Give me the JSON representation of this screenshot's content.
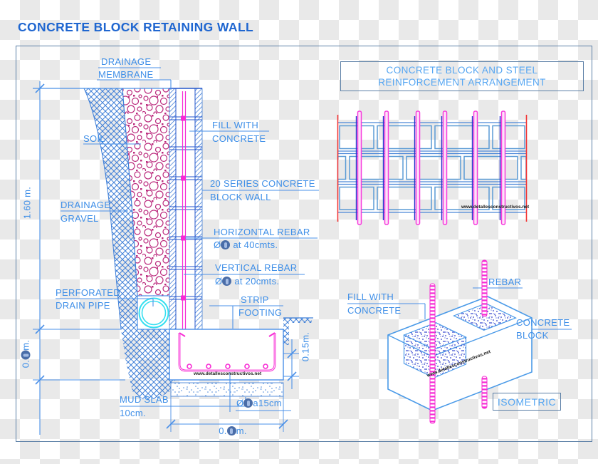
{
  "title": "CONCRETE BLOCK RETAINING WALL",
  "watermark": "www.detallesconstructivos.net",
  "plan_view": {
    "title_line1": "CONCRETE BLOCK AND STEEL",
    "title_line2": "REINFORCEMENT ARRANGEMENT"
  },
  "section": {
    "labels": {
      "drainage_membrane_1": "DRAINAGE",
      "drainage_membrane_2": "MEMBRANE",
      "soil": "SOIL",
      "drainage_gravel_1": "DRAINAGE",
      "drainage_gravel_2": "GRAVEL",
      "perforated_pipe_1": "PERFORATED",
      "perforated_pipe_2": "DRAIN PIPE",
      "fill_concrete_1": "FILL WITH",
      "fill_concrete_2": "CONCRETE",
      "block_wall_1": "20 SERIES CONCRETE",
      "block_wall_2": "BLOCK WALL",
      "horizontal_rebar": "HORIZONTAL REBAR",
      "horizontal_rebar_prefix": "Ø",
      "horizontal_rebar_suffix": " at 40cmts.",
      "vertical_rebar": "VERTICAL REBAR",
      "vertical_rebar_prefix": "Ø",
      "vertical_rebar_suffix": " at 20cmts.",
      "strip_footing_1": "STRIP",
      "strip_footing_2": "FOOTING",
      "mud_slab_1": "MUD SLAB",
      "mud_slab_2": "10cm.",
      "stirrup_prefix": "Ø",
      "stirrup_suffix": "a15cm"
    },
    "dimensions": {
      "wall_height": "1.60 m.",
      "base_depth_prefix": "0.",
      "base_depth_suffix": "m.",
      "footing_thickness": "0.15m.",
      "base_width_prefix": "0.",
      "base_width_suffix": "m."
    }
  },
  "isometric": {
    "labels": {
      "rebar": "REBAR",
      "fill_concrete_1": "FILL WITH",
      "fill_concrete_2": "CONCRETE",
      "block_1": "CONCRETE",
      "block_2": "BLOCK"
    },
    "caption": "ISOMETRIC"
  },
  "colors": {
    "title_blue": "#1f66d0",
    "label_blue": "#3f8fe8",
    "box_text_blue": "#56a6f2",
    "line_blue": "#4a90e8",
    "course_blue": "#2356cc",
    "hatch_blue": "#3f7fd8",
    "block_outline": "#5b9bd5",
    "gravel_magenta": "#bb2a7d",
    "rebar_magenta": "#f72bd4",
    "pipe_cyan": "#35dff0",
    "edge_red": "#f23333",
    "frame_gray_blue": "#5b7fa6",
    "badge_fill": "#4a6da8"
  }
}
